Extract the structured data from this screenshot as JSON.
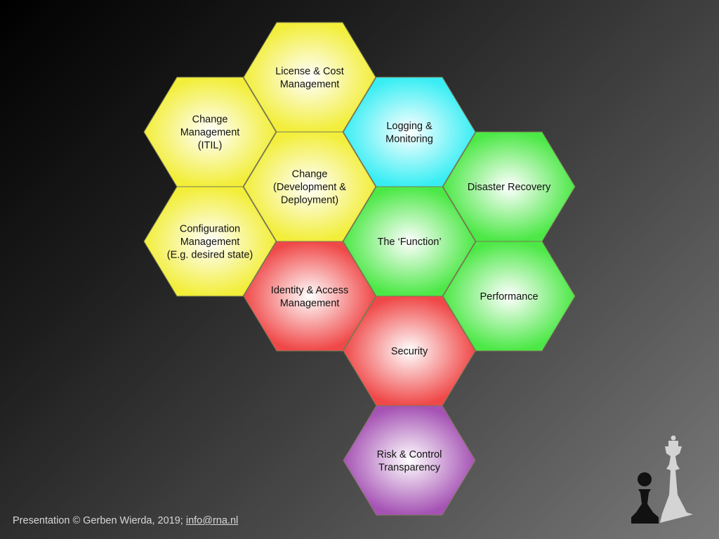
{
  "colors": {
    "yellow": "#f2ee3a",
    "cyan": "#38eef4",
    "green": "#4ce846",
    "red": "#f04848",
    "purple": "#a552b4"
  },
  "hexes": {
    "license": {
      "lines": [
        "License & Cost",
        "Management"
      ],
      "color": "yellow"
    },
    "change_itil": {
      "lines": [
        "Change",
        "Management",
        "(ITIL)"
      ],
      "color": "yellow"
    },
    "logging": {
      "lines": [
        "Logging &",
        "Monitoring"
      ],
      "color": "cyan"
    },
    "change_dev": {
      "lines": [
        "Change",
        "(Development  &",
        "Deployment)"
      ],
      "color": "yellow"
    },
    "disaster": {
      "lines": [
        "Disaster Recovery"
      ],
      "color": "green"
    },
    "config": {
      "lines": [
        "Configuration",
        "Management",
        "(E.g. desired state)"
      ],
      "color": "yellow"
    },
    "function": {
      "lines": [
        "The ‘Function’"
      ],
      "color": "green"
    },
    "identity": {
      "lines": [
        "Identity & Access",
        "Management"
      ],
      "color": "red"
    },
    "performance": {
      "lines": [
        "Performance"
      ],
      "color": "green"
    },
    "security": {
      "lines": [
        "Security"
      ],
      "color": "red"
    },
    "risk": {
      "lines": [
        "Risk & Control",
        "Transparency"
      ],
      "color": "purple"
    }
  },
  "footer": {
    "text": "Presentation © Gerben Wierda, 2019; ",
    "email": "info@rna.nl"
  }
}
